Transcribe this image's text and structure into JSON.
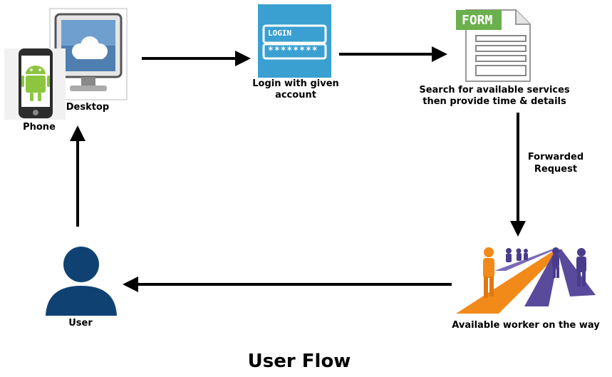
{
  "diagram": {
    "title": "User Flow",
    "nodes": {
      "desktop": {
        "label": "Desktop",
        "icon": "desktop-monitor-icon"
      },
      "phone": {
        "label": "Phone",
        "icon": "android-phone-icon"
      },
      "login": {
        "label_line1": "Login with given",
        "label_line2": "account",
        "icon": "login-form-icon",
        "field_user": "LOGIN",
        "field_pass": "********"
      },
      "form": {
        "label_line1": "Search for available services",
        "label_line2": "then provide time & details",
        "icon": "form-document-icon",
        "tag": "FORM"
      },
      "worker": {
        "label": "Available worker on the way",
        "icon": "workers-on-road-icon"
      },
      "user": {
        "label": "User",
        "icon": "user-silhouette-icon"
      }
    },
    "edges": {
      "forwarded_line1": "Forwarded",
      "forwarded_line2": "Request"
    },
    "colors": {
      "login_bg": "#3aa0d2",
      "user_fill": "#0f4273",
      "form_tag": "#6ab04c",
      "arrow": "#000000",
      "road_orange": "#f28a1a",
      "road_purple": "#5a4a9c"
    }
  }
}
